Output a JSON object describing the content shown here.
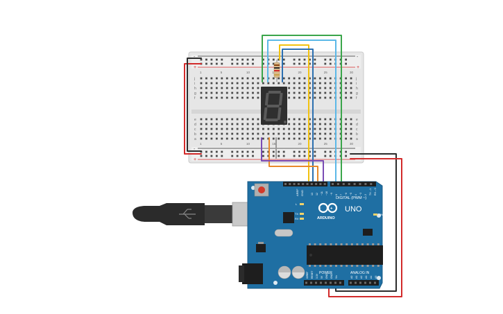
{
  "board": {
    "brand": "ARDUINO",
    "model": "UNO",
    "header_digital": "DIGITAL (PWM ~)",
    "header_power": "POWER",
    "header_analog": "ANALOG IN",
    "label_on": "ON",
    "label_l": "L",
    "label_tx": "TX",
    "label_rx": "RX",
    "label_aref": "AREF",
    "label_gnd": "GND",
    "digital_pins": [
      "13",
      "12",
      "~11",
      "~10",
      "~9",
      "8",
      "7",
      "~6",
      "~5",
      "4",
      "~3",
      "2",
      "TX→1",
      "RX←0"
    ],
    "power_pins": [
      "IOREF",
      "RESET",
      "3.3V",
      "5V",
      "GND",
      "GND",
      "Vin"
    ],
    "analog_pins": [
      "A0",
      "A1",
      "A2",
      "A3",
      "A4",
      "A5"
    ]
  },
  "breadboard": {
    "row_letters_top": [
      "j",
      "i",
      "h",
      "g",
      "f"
    ],
    "row_letters_bottom": [
      "e",
      "d",
      "c",
      "b",
      "a"
    ],
    "rail_plus": "+",
    "rail_minus": "-",
    "column_numbers": [
      "1",
      "5",
      "10",
      "15",
      "20",
      "25",
      "30"
    ]
  },
  "display": {
    "digit": "8"
  },
  "colors": {
    "board_blue": "#1f6fa3",
    "wire_green": "#3aa54a",
    "wire_blue": "#5bb8e8",
    "wire_yellow": "#f2c20f",
    "wire_dark_blue": "#2c6fb0",
    "wire_orange": "#e8892a",
    "wire_purple": "#7a4bb5",
    "wire_red": "#d22a2a",
    "wire_black": "#2b2b2b",
    "wire_gray": "#8a8a8a"
  }
}
